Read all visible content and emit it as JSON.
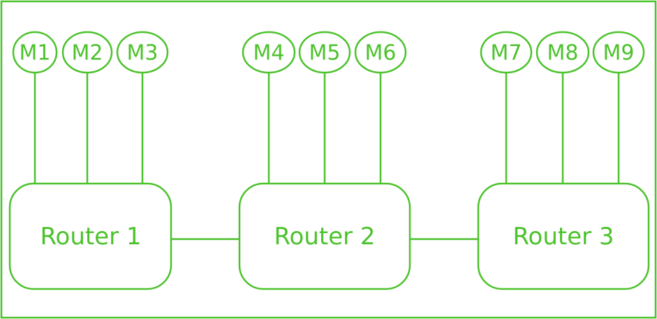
{
  "colors": {
    "line": "#4cc22c",
    "text": "#4cc22c",
    "background": "#ffffff"
  },
  "routers": [
    {
      "id": "router-1",
      "label": "Router 1"
    },
    {
      "id": "router-2",
      "label": "Router 2"
    },
    {
      "id": "router-3",
      "label": "Router 3"
    }
  ],
  "machines": [
    {
      "id": "m1",
      "label": "M1",
      "router": "router-1"
    },
    {
      "id": "m2",
      "label": "M2",
      "router": "router-1"
    },
    {
      "id": "m3",
      "label": "M3",
      "router": "router-1"
    },
    {
      "id": "m4",
      "label": "M4",
      "router": "router-2"
    },
    {
      "id": "m5",
      "label": "M5",
      "router": "router-2"
    },
    {
      "id": "m6",
      "label": "M6",
      "router": "router-2"
    },
    {
      "id": "m7",
      "label": "M7",
      "router": "router-3"
    },
    {
      "id": "m8",
      "label": "M8",
      "router": "router-3"
    },
    {
      "id": "m9",
      "label": "M9",
      "router": "router-3"
    }
  ],
  "links": [
    {
      "from": "router-1",
      "to": "router-2"
    },
    {
      "from": "router-2",
      "to": "router-3"
    }
  ]
}
